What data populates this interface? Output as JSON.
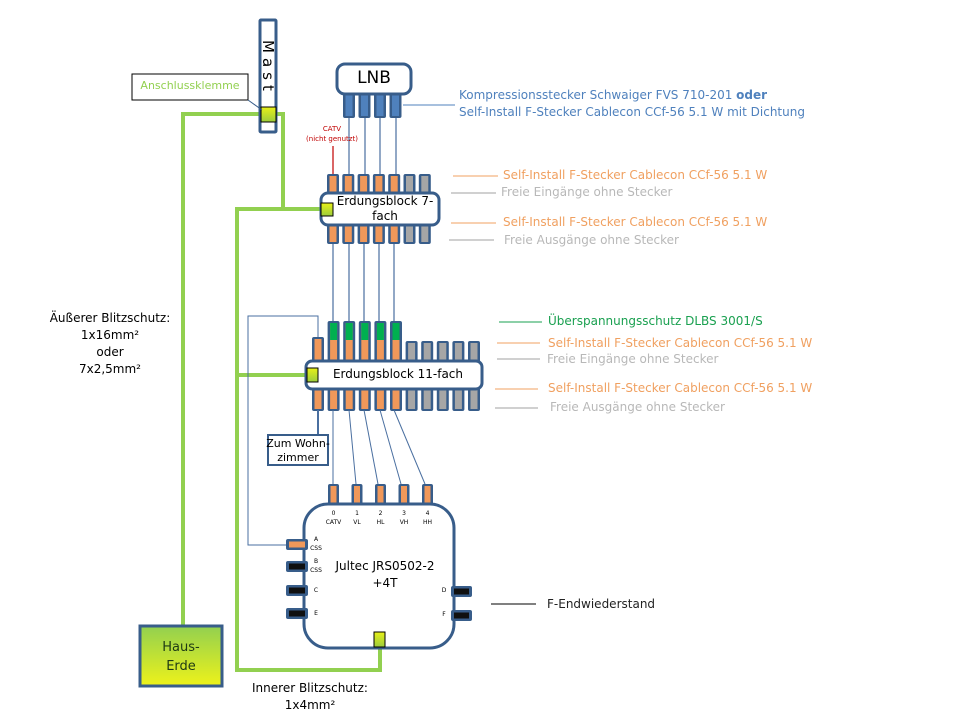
{
  "colors": {
    "frame": "#385d8a",
    "ground_wire": "#92d050",
    "terminal_fill_top": "#e8f020",
    "terminal_fill_bottom": "#a8d040",
    "connector_orange": "#f0985a",
    "connector_gray": "#a6a6a6",
    "connector_green": "#00b050",
    "connector_lnb": "#4f81bd",
    "connector_black": "#101010",
    "catv_red": "#c00000"
  },
  "mast": {
    "label": "Mast"
  },
  "anschlussklemme": {
    "label": "Anschlussklemme"
  },
  "lnb": {
    "label": "LNB",
    "outputs": 4
  },
  "catv_note": {
    "line1": "CATV",
    "line2": "(nicht genutzt)"
  },
  "lnb_connector_note": {
    "line1_prefix": "Kompressionsstecker  Schwaiger FVS 710-201 ",
    "line1_bold": "oder",
    "line2": "Self-Install F-Stecker  Cablecon  CCf-56  5.1 W mit Dichtung"
  },
  "block7": {
    "label": "Erdungsblock 7-fach",
    "ports_total": 7,
    "ports_used": 5,
    "legend": [
      {
        "type": "orange",
        "text": "Self-Install F-Stecker  Cablecon  CCf-56  5.1 W"
      },
      {
        "type": "gray",
        "text": "Freie Eingänge ohne  Stecker"
      },
      {
        "type": "orange",
        "text": "Self-Install F-Stecker  Cablecon  CCf-56  5.1 W"
      },
      {
        "type": "gray",
        "text": "Freie Ausgänge ohne Stecker"
      }
    ]
  },
  "block11": {
    "label": "Erdungsblock 11-fach",
    "ports_total": 11,
    "ports_used": 6,
    "surge_protected": 5,
    "legend": [
      {
        "type": "green",
        "text": "Überspannungsschutz  DLBS 3001/S"
      },
      {
        "type": "orange",
        "text": "Self-Install F-Stecker  Cablecon  CCf-56  5.1 W"
      },
      {
        "type": "gray",
        "text": "Freie Eingänge ohne  Stecker"
      },
      {
        "type": "orange",
        "text": "Self-Install F-Stecker  Cablecon  CCf-56  5.1 W"
      },
      {
        "type": "gray",
        "text": "Freie Ausgänge ohne Stecker"
      }
    ]
  },
  "wohnzimmer": {
    "line1": "Zum Wohn-",
    "line2": "zimmer"
  },
  "multiswitch": {
    "line1": "Jultec JRS0502-2",
    "line2": "+4T",
    "inputs": [
      {
        "num": "0",
        "name": "CATV"
      },
      {
        "num": "1",
        "name": "VL"
      },
      {
        "num": "2",
        "name": "HL"
      },
      {
        "num": "3",
        "name": "VH"
      },
      {
        "num": "4",
        "name": "HH"
      }
    ],
    "left_outputs": [
      {
        "id": "A",
        "sub": "CSS"
      },
      {
        "id": "B",
        "sub": "CSS"
      },
      {
        "id": "C",
        "sub": ""
      },
      {
        "id": "E",
        "sub": ""
      }
    ],
    "right_outputs": [
      {
        "id": "D"
      },
      {
        "id": "F"
      }
    ]
  },
  "endwiderstand": {
    "label": "F-Endwiederstand"
  },
  "aeusserer_blitzschutz": {
    "line1": "Äußerer Blitzschutz:",
    "line2": "1x16mm²",
    "line3": "oder",
    "line4": "7x2,5mm²"
  },
  "innerer_blitzschutz": {
    "line1": "Innerer Blitzschutz:",
    "line2": "1x4mm²"
  },
  "haus_erde": {
    "line1": "Haus-",
    "line2": "Erde"
  }
}
